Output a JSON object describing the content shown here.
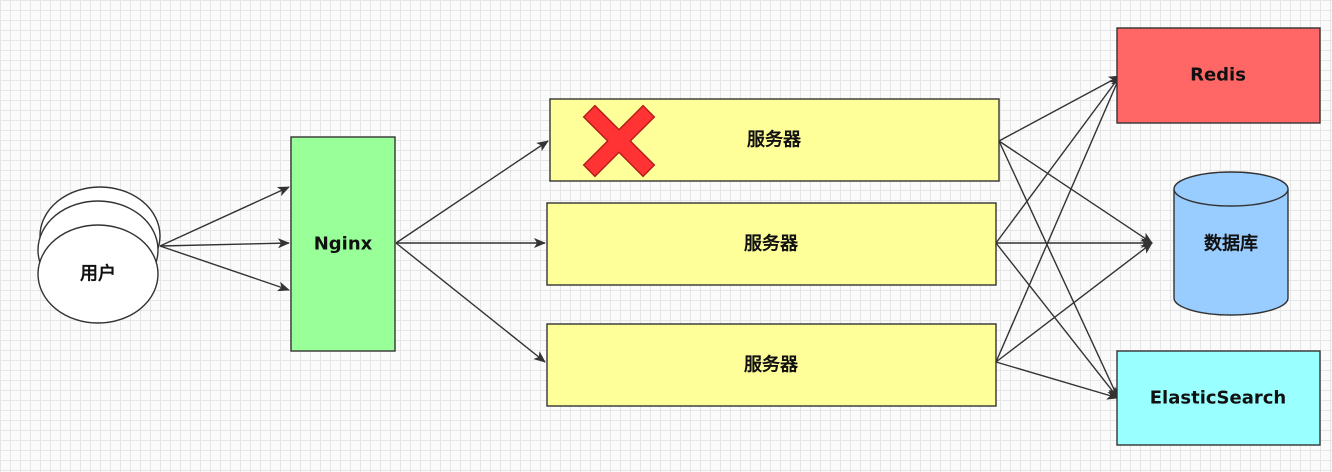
{
  "nodes": {
    "user": {
      "label": "用户"
    },
    "nginx": {
      "label": "Nginx"
    },
    "server_1": {
      "label": "服务器",
      "status": "failed"
    },
    "server_2": {
      "label": "服务器"
    },
    "server_3": {
      "label": "服务器"
    },
    "redis": {
      "label": "Redis"
    },
    "database": {
      "label": "数据库"
    },
    "elasticsearch": {
      "label": "ElasticSearch"
    }
  },
  "edges": [
    {
      "from": "user",
      "to": "nginx"
    },
    {
      "from": "nginx",
      "to": "server_1"
    },
    {
      "from": "nginx",
      "to": "server_2"
    },
    {
      "from": "nginx",
      "to": "server_3"
    },
    {
      "from": "server_1",
      "to": "redis"
    },
    {
      "from": "server_1",
      "to": "database"
    },
    {
      "from": "server_1",
      "to": "elasticsearch"
    },
    {
      "from": "server_2",
      "to": "redis"
    },
    {
      "from": "server_2",
      "to": "database"
    },
    {
      "from": "server_2",
      "to": "elasticsearch"
    },
    {
      "from": "server_3",
      "to": "redis"
    },
    {
      "from": "server_3",
      "to": "database"
    },
    {
      "from": "server_3",
      "to": "elasticsearch"
    }
  ],
  "colors": {
    "nginx": "#99ff99",
    "server": "#ffff99",
    "redis": "#ff6666",
    "database": "#99ccff",
    "elasticsearch": "#99ffff",
    "failure_mark": "#ff3333",
    "stroke": "#333333"
  },
  "icons": {
    "failure_mark": "cross-icon"
  }
}
